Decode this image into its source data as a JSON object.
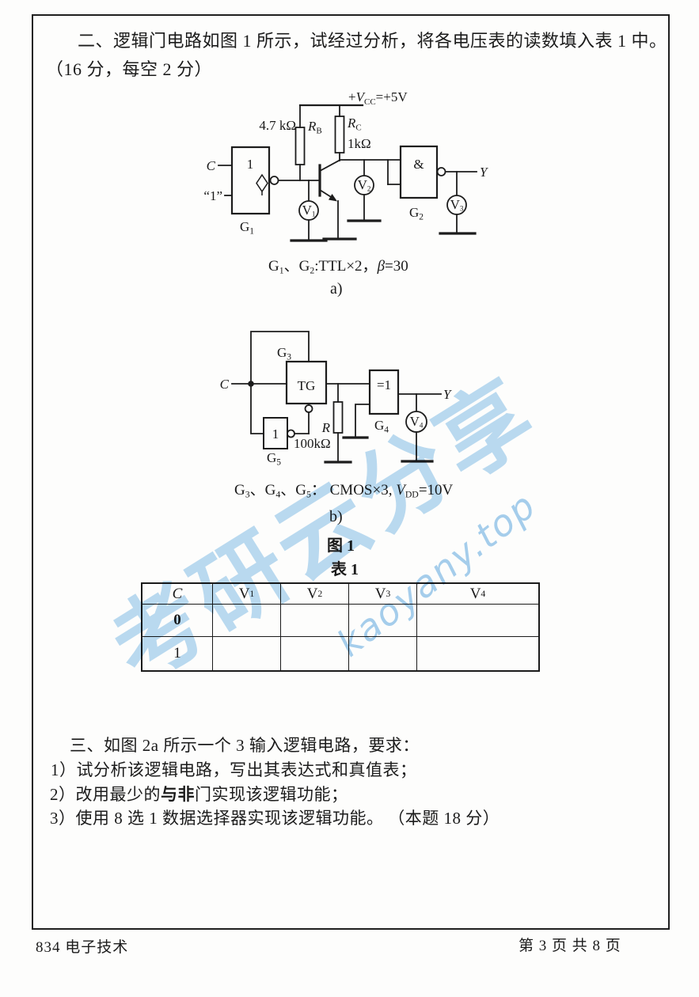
{
  "page": {
    "title_line1": "二、逻辑门电路如图 1 所示，试经过分析，将各电压表的读数填入表 1 中。",
    "title_line2": "（16 分，每空 2 分）",
    "footer_left": "834 电子技术",
    "footer_right": "第 3 页 共 8 页"
  },
  "watermark": {
    "cn": "考研云分享",
    "url": "kaoyany.top",
    "color": "#7cb9e6"
  },
  "circuit_a": {
    "vcc": {
      "pre": "+",
      "v": "V",
      "sub": "CC",
      "post": "=+5V"
    },
    "rb": {
      "value": "4.7 kΩ",
      "name": "R",
      "sub": "B"
    },
    "rc": {
      "name": "R",
      "sub": "C",
      "value": "1kΩ"
    },
    "g1": {
      "inner": "1",
      "name": "G",
      "sub": "1",
      "in_top": "C",
      "in_bottom": "“1”"
    },
    "g2": {
      "inner": "&",
      "name": "G",
      "sub": "2"
    },
    "v1": {
      "name": "V",
      "sub": "1"
    },
    "v2": {
      "name": "V",
      "sub": "2"
    },
    "v3": {
      "name": "V",
      "sub": "3"
    },
    "out": "Y"
  },
  "circuit_b": {
    "in": "C",
    "g3": {
      "name": "G",
      "sub": "3",
      "inner": "TG"
    },
    "g5": {
      "inner": "1",
      "name": "G",
      "sub": "5"
    },
    "r": {
      "name": "R",
      "value": "100kΩ"
    },
    "g4": {
      "inner": "=1",
      "name": "G",
      "sub": "4"
    },
    "v4": {
      "name": "V",
      "sub": "4"
    },
    "out": "Y"
  },
  "figure": {
    "caption_a": [
      {
        "t": "G"
      },
      {
        "t": "1",
        "sub": 1
      },
      {
        "t": "、G"
      },
      {
        "t": "2",
        "sub": 1
      },
      {
        "t": ":TTL×2，"
      },
      {
        "t": "β",
        "i": 1
      },
      {
        "t": "=30"
      }
    ],
    "label_a": "a)",
    "caption_b": [
      {
        "t": "G"
      },
      {
        "t": "3",
        "sub": 1
      },
      {
        "t": "、G"
      },
      {
        "t": "4",
        "sub": 1
      },
      {
        "t": "、G"
      },
      {
        "t": "5",
        "sub": 1
      },
      {
        "t": "：  CMOS×3, "
      },
      {
        "t": "V",
        "i": 1
      },
      {
        "t": "DD",
        "sub": 1
      },
      {
        "t": "=10V"
      }
    ],
    "label_b": "b)",
    "fig1": "图 1",
    "tab1": "表 1"
  },
  "table": {
    "headers": [
      [
        {
          "t": "C",
          "i": 1
        }
      ],
      [
        {
          "t": "V"
        },
        {
          "t": "1",
          "sub": 1
        }
      ],
      [
        {
          "t": "V"
        },
        {
          "t": "2",
          "sub": 1
        }
      ],
      [
        {
          "t": "V"
        },
        {
          "t": "3",
          "sub": 1
        }
      ],
      [
        {
          "t": "V"
        },
        {
          "t": "4",
          "sub": 1
        }
      ]
    ],
    "rows": [
      {
        "label": "0",
        "cells": [
          "",
          "",
          "",
          ""
        ]
      },
      {
        "label": "1",
        "cells": [
          "",
          "",
          "",
          ""
        ]
      }
    ]
  },
  "question3": {
    "line1": "三、如图 2a 所示一个 3 输入逻辑电路，要求：",
    "line2": "1）试分析该逻辑电路，写出其表达式和真值表；",
    "line3": [
      {
        "t": "2）改用最少的"
      },
      {
        "t": "与非",
        "b": 1
      },
      {
        "t": "门实现该逻辑功能；"
      }
    ],
    "line4": "3）使用 8 选 1 数据选择器实现该逻辑功能。  （本题 18 分）"
  }
}
